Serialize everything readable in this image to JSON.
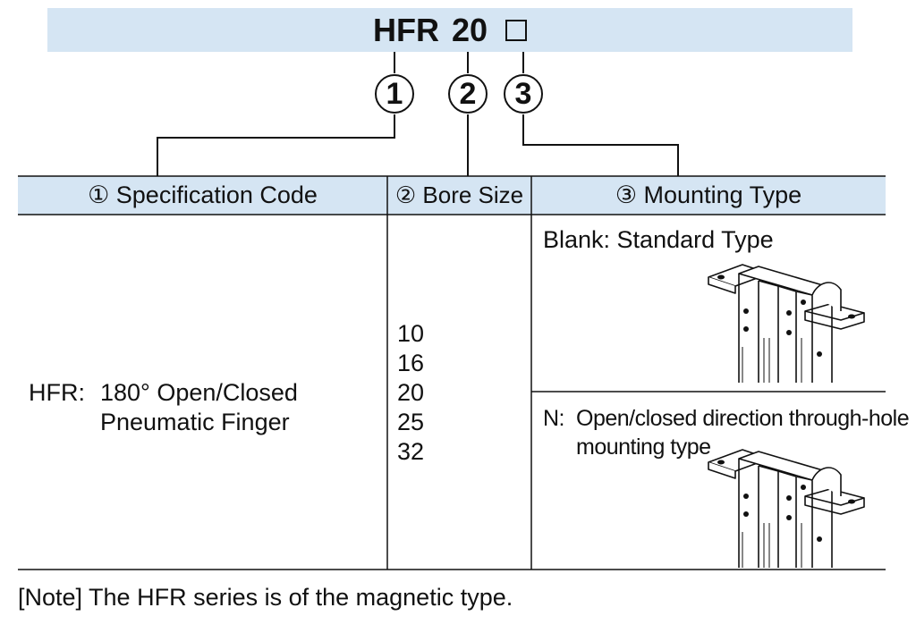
{
  "model_code": {
    "series": "HFR",
    "bore": "20"
  },
  "circled_numbers": [
    "1",
    "2",
    "3"
  ],
  "table": {
    "headers": [
      "① Specification Code",
      "② Bore Size",
      "③ Mounting Type"
    ],
    "spec": {
      "code": "HFR:",
      "line1": "180° Open/Closed",
      "line2": "Pneumatic Finger"
    },
    "bore_sizes": [
      "10",
      "16",
      "20",
      "25",
      "32"
    ],
    "mounting": [
      {
        "label": "Blank: Standard Type",
        "icon": "standard-type-gripper-illustration"
      },
      {
        "label_code": "N:",
        "label_line1": "Open/closed direction through-hole",
        "label_line2": "mounting type",
        "icon": "through-hole-gripper-illustration"
      }
    ]
  },
  "note": "[Note] The HFR series is of the magnetic type."
}
